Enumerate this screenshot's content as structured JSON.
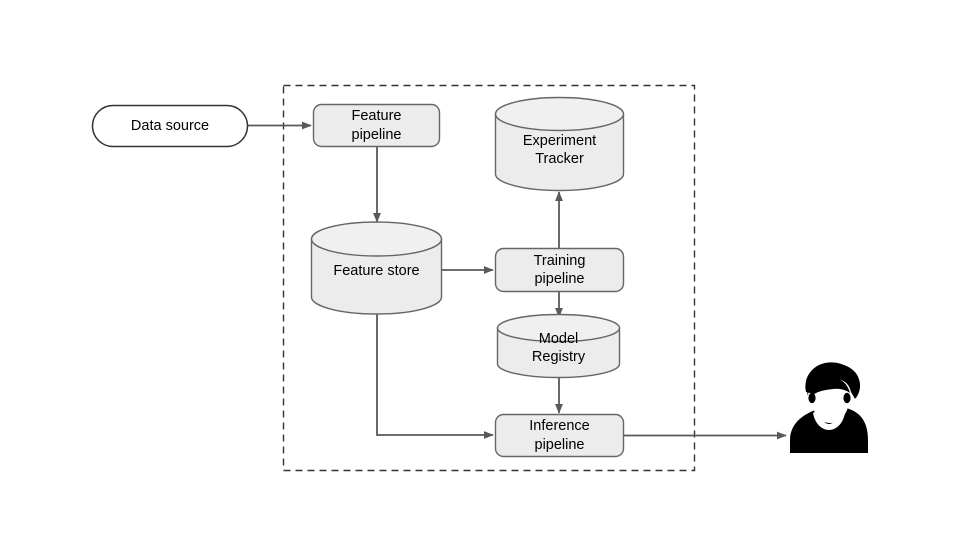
{
  "diagram": {
    "type": "flow-architecture",
    "title": "",
    "background": "#ffffff",
    "style": {
      "node_fill": "#ececec",
      "node_stroke": "#666666",
      "pill_fill": "#ffffff",
      "pill_stroke": "#333333",
      "edge_color": "#595959",
      "boundary_stroke": "#333333",
      "boundary_style": "dashed",
      "text_color": "#000000",
      "actor_color": "#000000"
    },
    "boundary": {
      "name": "ml-platform-boundary",
      "label": ""
    },
    "nodes": [
      {
        "id": "data-source",
        "label": "Data source",
        "shape": "pill",
        "inside_boundary": false
      },
      {
        "id": "feature-pipeline",
        "label": "Feature\npipeline",
        "shape": "rounded-rect",
        "inside_boundary": true
      },
      {
        "id": "feature-store",
        "label": "Feature store",
        "shape": "cylinder",
        "inside_boundary": true
      },
      {
        "id": "experiment-tracker",
        "label": "Experiment\nTracker",
        "shape": "cylinder",
        "inside_boundary": true
      },
      {
        "id": "training-pipeline",
        "label": "Training\npipeline",
        "shape": "rounded-rect",
        "inside_boundary": true
      },
      {
        "id": "model-registry",
        "label": "Model\nRegistry",
        "shape": "cylinder",
        "inside_boundary": true
      },
      {
        "id": "inference-pipeline",
        "label": "Inference\npipeline",
        "shape": "rounded-rect",
        "inside_boundary": true
      },
      {
        "id": "user",
        "label": "",
        "shape": "actor-silhouette",
        "inside_boundary": false
      }
    ],
    "edges": [
      {
        "id": "e1",
        "from": "data-source",
        "to": "feature-pipeline",
        "label": "",
        "routing": "straight",
        "direction": "right"
      },
      {
        "id": "e2",
        "from": "feature-pipeline",
        "to": "feature-store",
        "label": "",
        "routing": "straight",
        "direction": "down"
      },
      {
        "id": "e3",
        "from": "feature-store",
        "to": "training-pipeline",
        "label": "",
        "routing": "straight",
        "direction": "right"
      },
      {
        "id": "e4",
        "from": "training-pipeline",
        "to": "experiment-tracker",
        "label": "",
        "routing": "straight",
        "direction": "up"
      },
      {
        "id": "e5",
        "from": "training-pipeline",
        "to": "model-registry",
        "label": "",
        "routing": "straight",
        "direction": "down"
      },
      {
        "id": "e6",
        "from": "model-registry",
        "to": "inference-pipeline",
        "label": "",
        "routing": "straight",
        "direction": "down"
      },
      {
        "id": "e7",
        "from": "feature-store",
        "to": "inference-pipeline",
        "label": "",
        "routing": "elbow",
        "direction": "down-right"
      },
      {
        "id": "e8",
        "from": "inference-pipeline",
        "to": "user",
        "label": "",
        "routing": "straight",
        "direction": "right"
      }
    ]
  }
}
